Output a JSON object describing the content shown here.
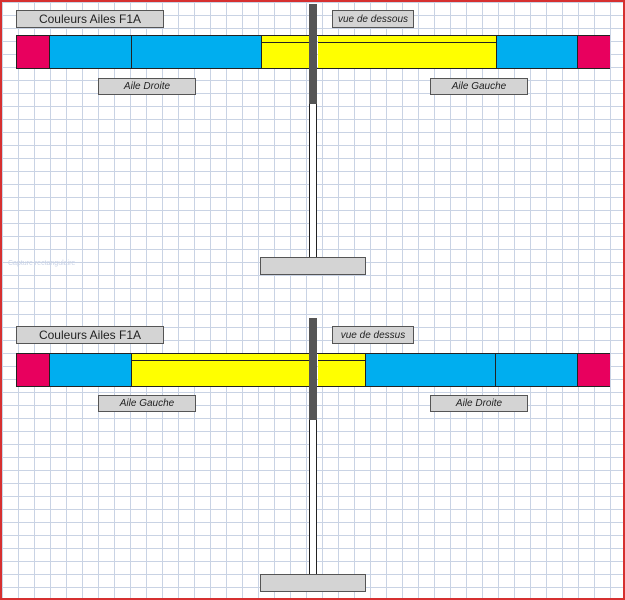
{
  "colors": {
    "magenta": "#e8005e",
    "cyan": "#00aeef",
    "yellow": "#ffff00",
    "boom": "#555555",
    "label_bg": "#d4d4d4",
    "grid": "#c9d3e4",
    "frame": "#d63030"
  },
  "view_bottom": {
    "title": "Couleurs Ailes F1A",
    "view_label": "vue de dessous",
    "left_wing_label": "Aile Droite",
    "right_wing_label": "Aile Gauche",
    "segment_colors": [
      "magenta",
      "cyan",
      "cyan",
      "yellow",
      "yellow",
      "cyan",
      "magenta"
    ]
  },
  "view_top": {
    "title": "Couleurs Ailes F1A",
    "view_label": "vue de dessus",
    "left_wing_label": "Aile Gauche",
    "right_wing_label": "Aile Droite",
    "segment_colors": [
      "magenta",
      "cyan",
      "yellow",
      "yellow",
      "cyan",
      "cyan",
      "magenta"
    ]
  },
  "ghost_text": "Capture rectangulaire"
}
